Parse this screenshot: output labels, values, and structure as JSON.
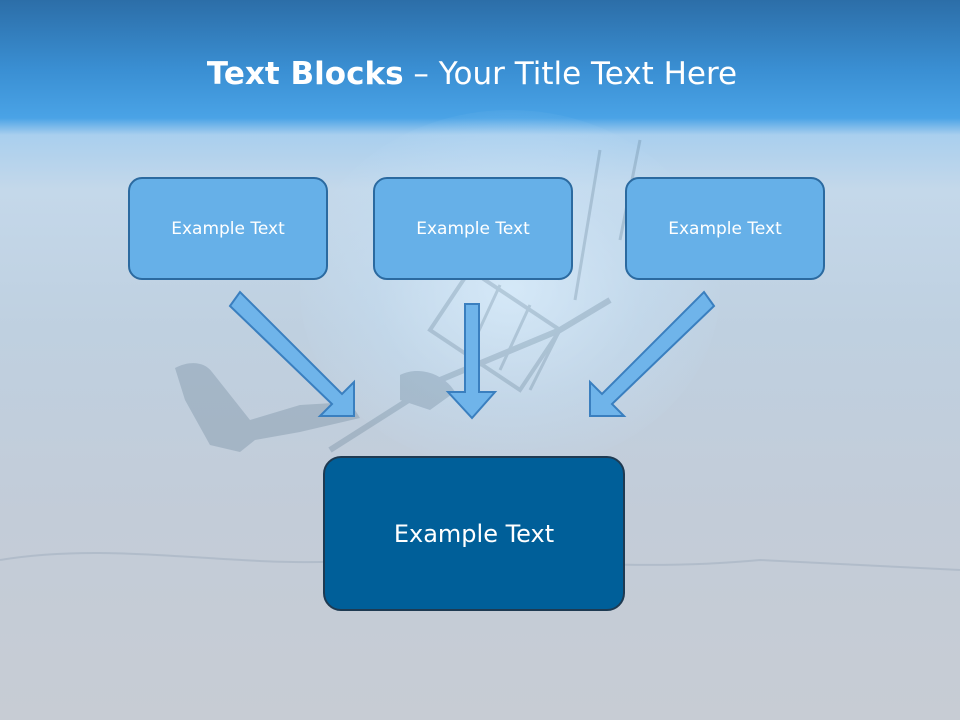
{
  "slide": {
    "title_bold": "Text Blocks",
    "title_dash": " – ",
    "title_rest": "Your Title Text Here"
  },
  "diagram": {
    "top_boxes": [
      {
        "label": "Example Text"
      },
      {
        "label": "Example Text"
      },
      {
        "label": "Example Text"
      }
    ],
    "target_box": {
      "label": "Example Text"
    }
  },
  "colors": {
    "header": "#3a8fd3",
    "small_box_fill": "#66b0e8",
    "small_box_border": "#2b6aa0",
    "main_box_fill": "#005f99",
    "arrow_fill": "#6fb4ea",
    "arrow_stroke": "#3a7fbf"
  }
}
